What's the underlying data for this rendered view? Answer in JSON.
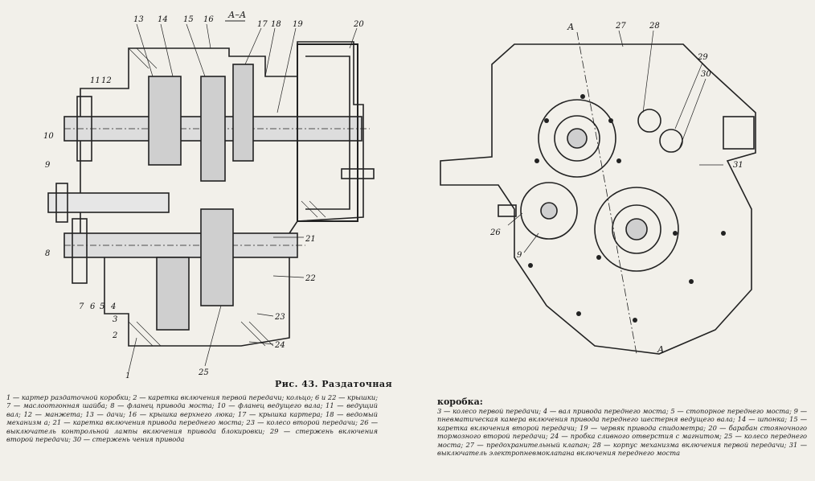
{
  "section_label": "А–А",
  "section_marker": "А",
  "caption": {
    "title": "Рис. 43. Раздаточная",
    "continuation": "коробка:"
  },
  "legend": {
    "left": "1 — картер раздаточной коробки; 2 — каретка включения первой передачи; кольцо; 6 и 22 — крышки; 7 — маслоотгонная шайба; 8 — фланец привода моста; 10 — фланец ведущего вала; 11 — ведущий вал; 12 — манжета; 13 — дачи; 16 — крышка верхнего люка; 17 — крышка картера; 18 — ведомый механизм а; 21 — каретка включения привода переднего моста; 23 — колесо второй передачи; 26 — выключатель контрольной лампы включения привода блокировки; 29 — стержень включения второй передачи; 30 — стержень чения привода",
    "right": "3 — колесо первой передачи; 4 — вал привода переднего моста; 5 — стопорное переднего моста; 9 — пневматическая камера включения привода переднего шестерня ведущего вала; 14 — шпонка; 15 — каретка включения второй передачи; 19 — червяк привода спидометра; 20 — барабан стояночного тормозного второй передачи; 24 — пробка сливного отверстия с магнитом; 25 — колесо переднего моста; 27 — предохранительный клапан; 28 — корпус механизма включения первой передачи; 31 — выключатель электропневмоклапана включения переднего моста"
  },
  "left_view_labels": [
    "1",
    "2",
    "3",
    "4",
    "5",
    "6",
    "7",
    "8",
    "9",
    "10",
    "11",
    "12",
    "13",
    "14",
    "15",
    "16",
    "17",
    "18",
    "19",
    "20",
    "21",
    "22",
    "23",
    "24",
    "25"
  ],
  "right_view_labels": [
    "9",
    "26",
    "27",
    "28",
    "29",
    "30",
    "31"
  ]
}
